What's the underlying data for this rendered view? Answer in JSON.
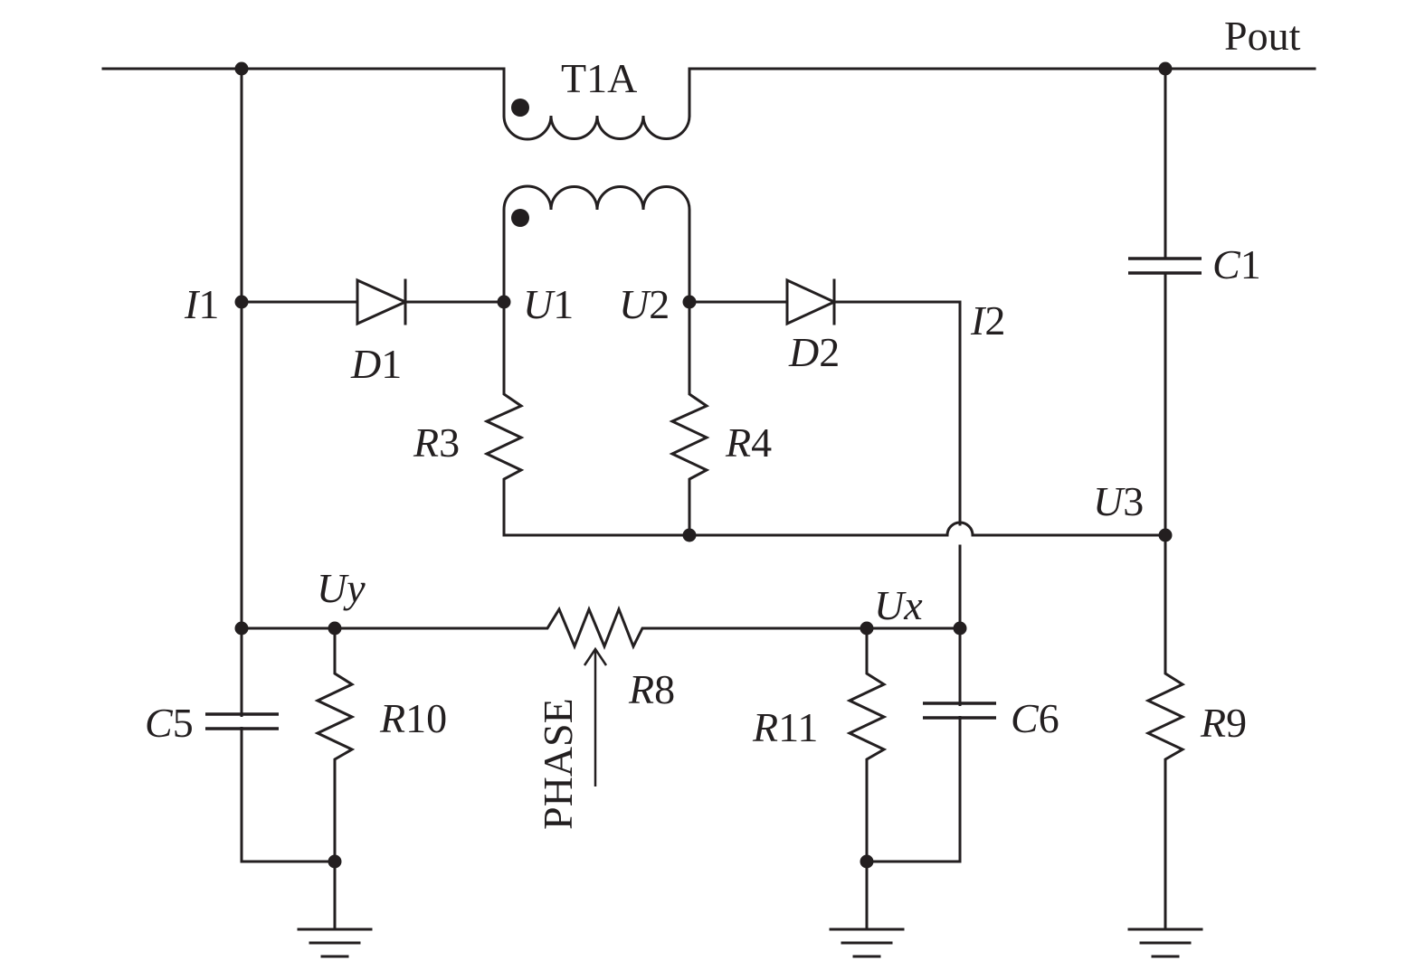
{
  "labels": {
    "pout": "Pout",
    "t1a": "T1A",
    "i1_prefix": "I",
    "i1_num": "1",
    "u1_prefix": "U",
    "u1_num": "1",
    "u2_prefix": "U",
    "u2_num": "2",
    "i2_prefix": "I",
    "i2_num": "2",
    "d1_prefix": "D",
    "d1_num": "1",
    "d2_prefix": "D",
    "d2_num": "2",
    "r3_prefix": "R",
    "r3_num": "3",
    "r4_prefix": "R",
    "r4_num": "4",
    "c1_prefix": "C",
    "c1_num": "1",
    "u3_prefix": "U",
    "u3_num": "3",
    "uy": "Uy",
    "ux": "Ux",
    "r8_prefix": "R",
    "r8_num": "8",
    "phase": "PHASE",
    "c5_prefix": "C",
    "c5_num": "5",
    "r10_prefix": "R",
    "r10_num": "10",
    "r11_prefix": "R",
    "r11_num": "11",
    "c6_prefix": "C",
    "c6_num": "6",
    "r9_prefix": "R",
    "r9_num": "9"
  }
}
